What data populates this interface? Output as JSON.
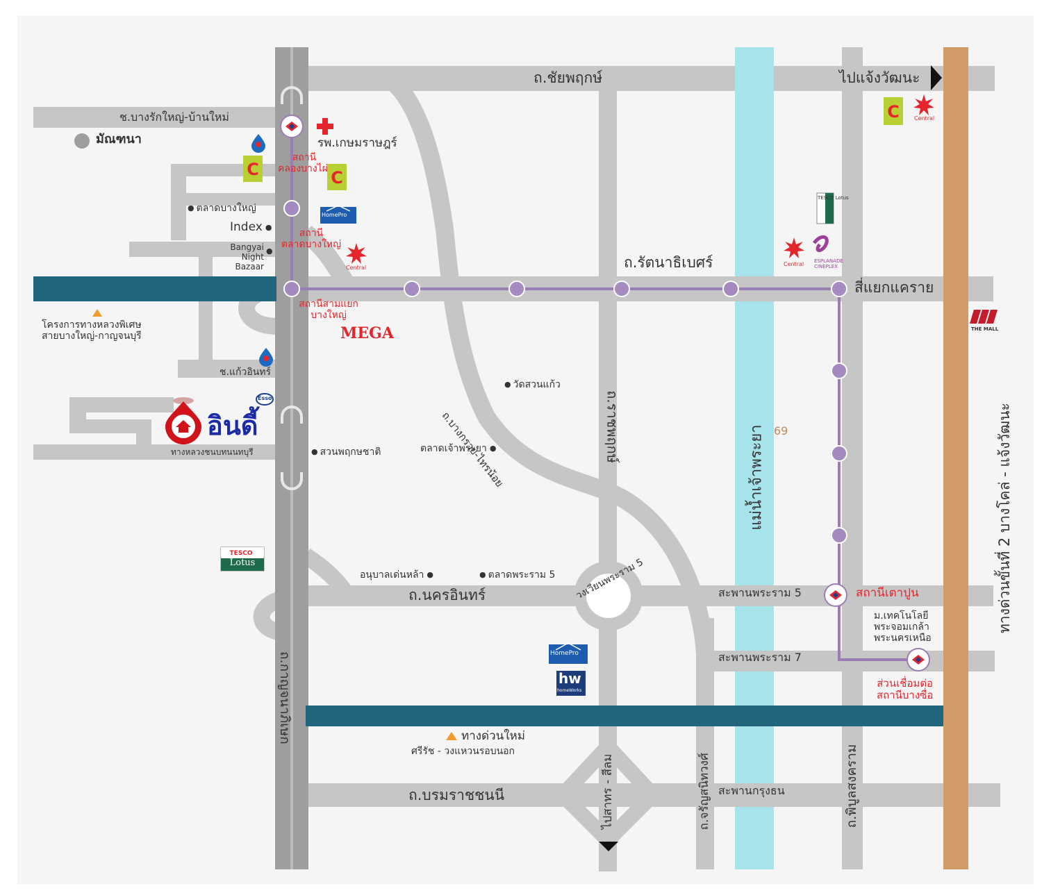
{
  "map": {
    "colors": {
      "background": "#f5f5f5",
      "road": "#c6c6c6",
      "highway": "#9e9e9e",
      "river": "#a7e3ea",
      "canal": "#22667d",
      "expressway": "#d39a6a",
      "metro_line": "#9b7cb5",
      "station_label": "#e4262c",
      "home": "#d0121a",
      "home_text": "#1b2ba8"
    },
    "roads": {
      "chaiyaphruek": "ถ.ชัยพฤกษ์",
      "to_chaengwattana": "ไปแจ้งวัฒนะ",
      "bangrak_yai": "ช.บางรักใหญ่-บ้านใหม่",
      "rattanathibet": "ถ.รัตนาธิเบศร์",
      "kaeo_in": "ช.แก้วอินทร์",
      "highway_nonthaburi": "ทางหลวงชนบทนนทบุรี",
      "bangkruai_sainoi": "ถ.บางกรวย-ไทรน้อย",
      "ratchaphruek": "ถ.ราชพฤกษ์",
      "kanchanaphisek": "ถ.กาญจนาภิเษก",
      "nakhon_in": "ถ.นครอินทร์",
      "phra_ram5_circle": "วงเวียนพระราม 5",
      "bridge_rama5": "สะพานพระราม 5",
      "bridge_rama7": "สะพานพระราม 7",
      "bridge_krungthon": "สะพานกรุงธน",
      "borommaratchachonnani": "ถ.บรมราชชนนี",
      "sathorn_silom": "ไปสาทร - สีลม",
      "charansanitwong": "ถ.จรัญสนิทวงศ์",
      "phibunsongkhram": "ถ.พิบูลสงคราม",
      "expressway": "ทางด่วนขั้นที่ 2 บางโคล่ - แจ้งวัฒนะ",
      "khae_rai": "สี่แยกแคราย",
      "river": "แม่น้ำเจ้าพระยา",
      "new_expressway_title": "ทางด่วนใหม่",
      "new_expressway_sub": "ศรีรัช - วงแหวนรอบนอก",
      "special_highway_1": "โครงการทางหลวงพิเศษ",
      "special_highway_2": "สายบางใหญ่-กาญจนบุรี"
    },
    "stations": {
      "khlong_bangphai_1": "สถานี",
      "khlong_bangphai_2": "คลองบางไผ่",
      "talat_bangyai_1": "สถานี",
      "talat_bangyai_2": "ตลาดบางใหญ่",
      "samyaek_1": "สถานีสามแยก",
      "samyaek_2": "บางใหญ่",
      "tao_poon": "สถานีเตาปูน",
      "bang_sue_1": "ส่วนเชื่อมต่อ",
      "bang_sue_2": "สถานีบางซื่อ"
    },
    "places": {
      "mannathana": "มัณฑนา",
      "hospital": "รพ.เกษมราษฎร์",
      "talat_bangyai": "ตลาดบางใหญ่",
      "index": "Index",
      "night_bazaar_1": "Bangyai",
      "night_bazaar_2": "Night",
      "night_bazaar_3": "Bazaar",
      "wat_suankaeo": "วัดสวนแก้ว",
      "talat_chaophraya": "ตลาดเจ้าพระยา",
      "suan_phrueksa": "สวนพฤกษชาติ",
      "anuban": "อนุบาลเด่นหล้า",
      "talat_rama5": "ตลาดพระราม 5",
      "kmutnb_1": "ม.เทคโนโลยี",
      "kmutnb_2": "พระจอมเกล้า",
      "kmutnb_3": "พระนครเหนือ",
      "number_69": "69"
    },
    "home": {
      "label": "อินดี้"
    },
    "brands": {
      "central": "Central",
      "mega": "MEGA",
      "homepro": "HomePro",
      "tesco": "TESCO",
      "lotus": "Lotus",
      "esplanade_1": "ESPLANADE",
      "esplanade_2": "CINEPLEX",
      "the_mall": "THE MALL",
      "esso": "Esso",
      "homeworks": "hw",
      "homeworks_sub": "homeWorks",
      "tesco_v": "TESCO Lotus"
    }
  }
}
